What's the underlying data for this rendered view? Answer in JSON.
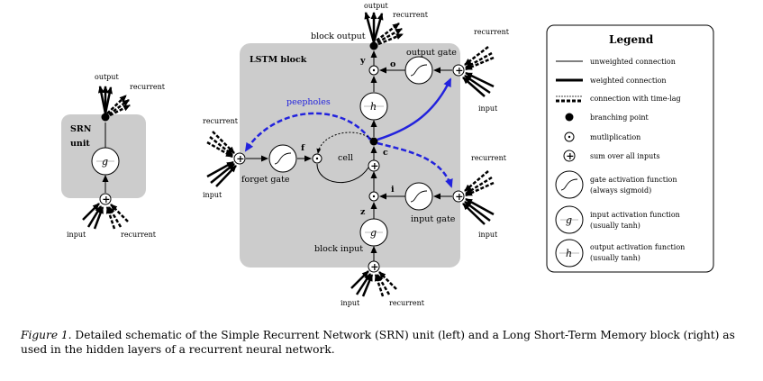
{
  "srn": {
    "title_line1": "SRN",
    "title_line2": "unit",
    "output": "output",
    "recurrent_top": "recurrent",
    "input": "input",
    "recurrent_bottom": "recurrent"
  },
  "lstm": {
    "title": "LSTM block",
    "block_output": "block output",
    "output_top": "output",
    "recurrent_top": "recurrent",
    "output_gate": "output gate",
    "y": "y",
    "o": "o",
    "peepholes": "peepholes",
    "f": "f",
    "cell": "cell",
    "c": "c",
    "i": "i",
    "z": "z",
    "forget_gate": "forget gate",
    "input_gate": "input gate",
    "block_input": "block input",
    "og_recurrent": "recurrent",
    "og_input": "input",
    "fg_recurrent": "recurrent",
    "fg_input": "input",
    "ig_recurrent": "recurrent",
    "ig_input": "input",
    "bottom_input": "input",
    "bottom_recurrent": "recurrent"
  },
  "legend": {
    "title": "Legend",
    "items": [
      {
        "label": "unweighted connection"
      },
      {
        "label": "weighted connection"
      },
      {
        "label": "connection with time-lag"
      },
      {
        "label": "branching point"
      },
      {
        "label": "mutliplication"
      },
      {
        "label": "sum over all inputs"
      },
      {
        "label1": "gate activation function",
        "label2": "(always sigmoid)"
      },
      {
        "label1": "input activation function",
        "label2": "(usually tanh)"
      },
      {
        "label1": "output activation function",
        "label2": "(usually tanh)"
      }
    ]
  },
  "caption": {
    "figure_label": "Figure 1.",
    "text": " Detailed schematic of the Simple Recurrent Network (SRN) unit (left) and a Long Short-Term Memory block (right) as used in the hidden layers of a recurrent neural network."
  },
  "colors": {
    "block_fill": "#cccccc",
    "peephole_blue": "#2222dd"
  },
  "icons": [
    "sigma-gate-icon",
    "g-activation-icon",
    "h-activation-icon",
    "sum-icon",
    "multiply-icon",
    "branch-point-icon"
  ]
}
